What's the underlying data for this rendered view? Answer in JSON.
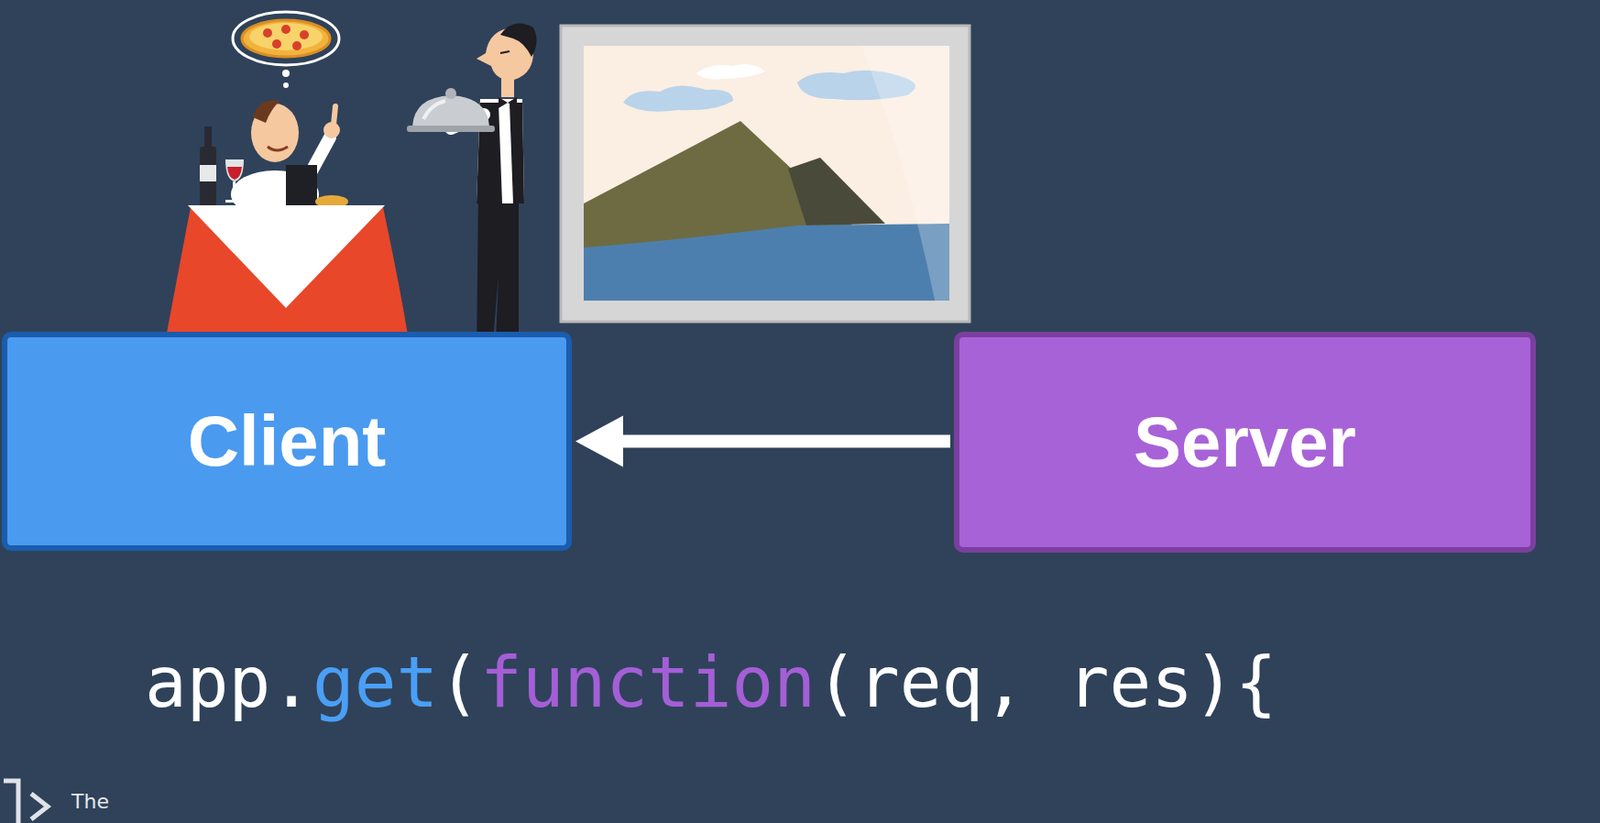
{
  "diagram": {
    "nodes": [
      {
        "text": [
          "Client"
        ]
      },
      {
        "text": [
          "Server"
        ]
      }
    ],
    "edges": [
      {
        "from": 1,
        "to": 0,
        "arrow": "to"
      }
    ],
    "labels": [
      "app.get(function(req, res){",
      "The"
    ]
  }
}
